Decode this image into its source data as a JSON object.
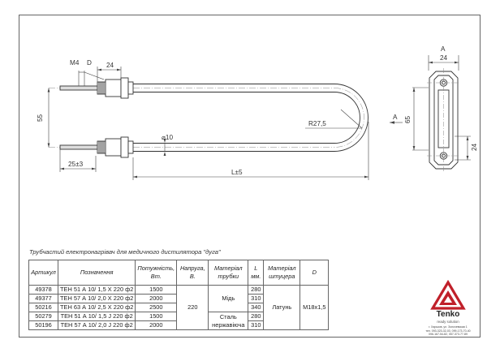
{
  "drawing": {
    "dims": {
      "m4": "M4",
      "d": "D",
      "len_24_top": "24",
      "h55": "55",
      "len_25": "25±3",
      "dia10": "⌀10",
      "r27": "R27,5",
      "arrow_a": "A",
      "length_l": "L±5",
      "view_a": "A",
      "view_24_top": "24",
      "view_65": "65",
      "view_24_side": "24"
    }
  },
  "caption": "Трубчастий електронагрівач для медичного дистилятора \"дуга\"",
  "table": {
    "headers": [
      "Артикул",
      "Позначення",
      "Потужність, Вт.",
      "Напруга, В.",
      "Матеріал трубки",
      "L мм.",
      "Матеріал штуцера",
      "D"
    ],
    "header_lines": [
      [
        "Артикул"
      ],
      [
        "Позначення"
      ],
      [
        "Потужність,",
        "Вт."
      ],
      [
        "Напруга,",
        "В."
      ],
      [
        "Матеріал",
        "трубки"
      ],
      [
        "L",
        "мм."
      ],
      [
        "Матеріал",
        "штуцера"
      ],
      [
        "D"
      ]
    ],
    "rows": [
      {
        "article": "49378",
        "name": "ТЕН 51 А 10/ 1,5 Х 220 ф2",
        "power": "1500",
        "length": "280"
      },
      {
        "article": "49377",
        "name": "ТЕН 57 А 10/ 2,0 Х 220 ф2",
        "power": "2000",
        "length": "310"
      },
      {
        "article": "50216",
        "name": "ТЕН 63 А 10/ 2,5 Х 220 ф2",
        "power": "2500",
        "length": "340"
      },
      {
        "article": "50279",
        "name": "ТЕН 51 А 10/ 1,5 J 220 ф2",
        "power": "1500",
        "length": "280"
      },
      {
        "article": "50196",
        "name": "ТЕН 57 А 10/ 2,0 J 220 ф2",
        "power": "2000",
        "length": "310"
      }
    ],
    "voltage": "220",
    "material_copper": "Мідь",
    "material_steel": "Сталь нержавіюча",
    "material_steel_lines": [
      "Сталь",
      "нержавіюча"
    ],
    "fitting_material": "Латунь",
    "d_value": "M18x1,5"
  },
  "logo": {
    "name": "Tenko",
    "tagline": "ready solution",
    "address_lines": [
      "г. Харьков, ул. Золочевская 1",
      "тел. 093-323-32-03, 099-173-70-40",
      "096-167-54-82, 057-373-77-89"
    ],
    "accent_color": "#c0202a"
  }
}
